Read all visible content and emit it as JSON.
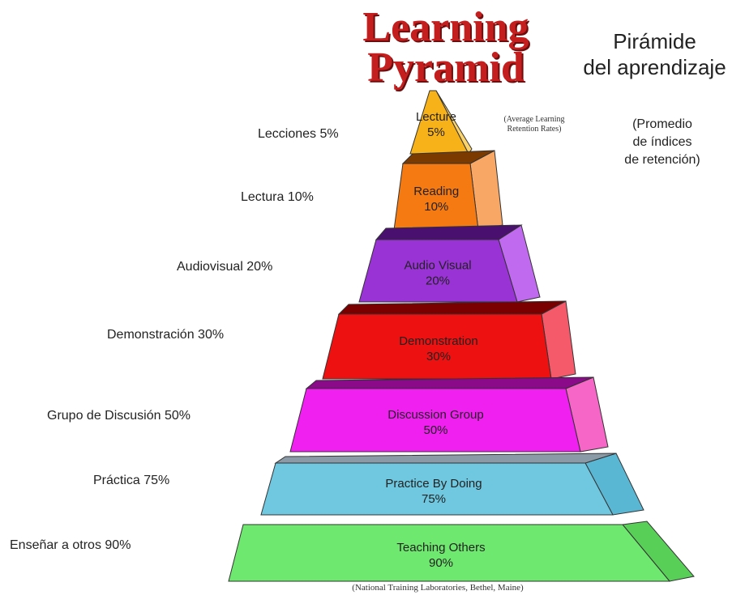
{
  "title_en": [
    "Learning",
    "Pyramid"
  ],
  "title_es": [
    "Pirámide",
    "del aprendizaje"
  ],
  "note_en": [
    "(Average Learning",
    "Retention Rates)"
  ],
  "note_es": [
    "(Promedio",
    "de índices",
    "de retención)"
  ],
  "source": "(National Training Laboratories, Bethel, Maine)",
  "levels": [
    {
      "en_name": "Lecture",
      "en_pct": "5%",
      "es_label": "Lecciones 5%",
      "value": 5,
      "color": "#f7b219",
      "side_color": "#fbd36b",
      "top_color": "#8a5b00"
    },
    {
      "en_name": "Reading",
      "en_pct": "10%",
      "es_label": "Lectura 10%",
      "value": 10,
      "color": "#f57a12",
      "side_color": "#f9a765",
      "top_color": "#7a3a00"
    },
    {
      "en_name": "Audio Visual",
      "en_pct": "20%",
      "es_label": "Audiovisual 20%",
      "value": 20,
      "color": "#9a33d6",
      "side_color": "#c06af0",
      "top_color": "#4a1070"
    },
    {
      "en_name": "Demonstration",
      "en_pct": "30%",
      "es_label": "Demonstración 30%",
      "value": 30,
      "color": "#ee1111",
      "side_color": "#f55a6a",
      "top_color": "#7a0000"
    },
    {
      "en_name": "Discussion Group",
      "en_pct": "50%",
      "es_label": "Grupo de Discusión 50%",
      "value": 50,
      "color": "#f020f0",
      "side_color": "#f566c6",
      "top_color": "#8a0a8a"
    },
    {
      "en_name": "Practice By Doing",
      "en_pct": "75%",
      "es_label": "Práctica 75%",
      "value": 75,
      "color": "#6fc8e0",
      "side_color": "#5ab7d4",
      "top_color": "#8a9aa6"
    },
    {
      "en_name": "Teaching Others",
      "en_pct": "90%",
      "es_label": "Enseñar a otros 90%",
      "value": 90,
      "color": "#6ee86e",
      "side_color": "#58d058",
      "top_color": "#6f9a8a"
    }
  ]
}
